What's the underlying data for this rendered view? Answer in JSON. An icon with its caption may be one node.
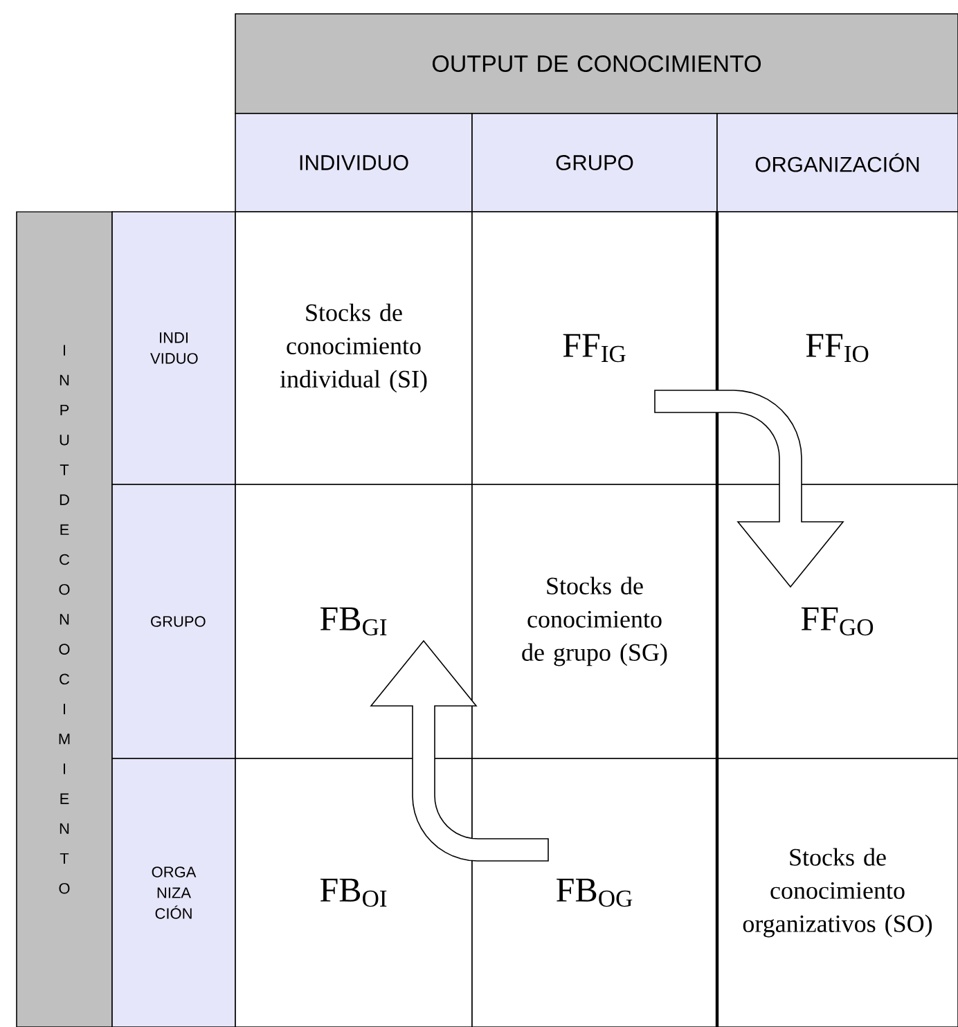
{
  "diagram": {
    "nodes": [
      {
        "text": [
          "OUTPUT DE CONOCIMIENTO"
        ]
      },
      {
        "text": [
          "INDIVIDUO"
        ]
      },
      {
        "text": [
          "GRUPO"
        ]
      },
      {
        "text": [
          "ORGANIZACIÓN"
        ]
      },
      {
        "text": [
          "INPUT DE CONOCIMIENTO"
        ]
      },
      {
        "text": [
          "INDI VIDUO"
        ]
      },
      {
        "text": [
          "Stocks de conocimiento individual (SI)"
        ]
      },
      {
        "text": [
          "FF$_{IG}$"
        ]
      },
      {
        "text": [
          "FF$_{IO}$"
        ]
      },
      {
        "text": [
          "GRUPO"
        ]
      },
      {
        "text": [
          "FB$_{GI}$"
        ]
      },
      {
        "text": [
          "Stocks de conocimiento de grupo (SG)"
        ]
      },
      {
        "text": [
          "FF$_{GO}$"
        ]
      },
      {
        "text": [
          "ORGA NIZA CIÓN"
        ]
      },
      {
        "text": [
          "FB$_{OI}$"
        ]
      },
      {
        "text": [
          "FB$_{OG}$"
        ]
      },
      {
        "text": [
          "Stocks de conocimiento organizativos (SO)"
        ]
      }
    ],
    "edges": [
      {
        "from": 7,
        "to": 12,
        "arrow": "to"
      },
      {
        "from": 15,
        "to": 10,
        "arrow": "to"
      }
    ]
  }
}
